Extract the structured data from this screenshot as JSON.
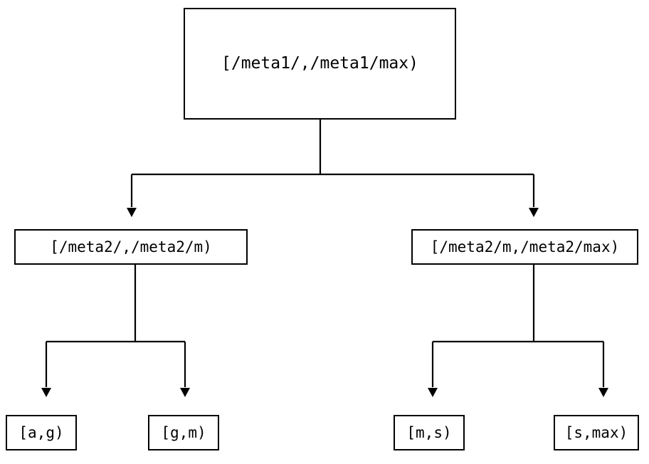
{
  "diagram": {
    "type": "tree",
    "orientation": "top-down",
    "background_color": "#ffffff",
    "line_color": "#000000",
    "text_color": "#000000",
    "arrowhead": "filled-triangle-down",
    "nodes": {
      "root": {
        "label": "[/meta1/,/meta1/max)",
        "level": 0
      },
      "mid_left": {
        "label": "[/meta2/,/meta2/m)",
        "level": 1
      },
      "mid_right": {
        "label": "[/meta2/m,/meta2/max)",
        "level": 1
      },
      "leaf_1": {
        "label": "[a,g)",
        "level": 2
      },
      "leaf_2": {
        "label": "[g,m)",
        "level": 2
      },
      "leaf_3": {
        "label": "[m,s)",
        "level": 2
      },
      "leaf_4": {
        "label": "[s,max)",
        "level": 2
      }
    },
    "edges": [
      {
        "from": "root",
        "to": "mid_left"
      },
      {
        "from": "root",
        "to": "mid_right"
      },
      {
        "from": "mid_left",
        "to": "leaf_1"
      },
      {
        "from": "mid_left",
        "to": "leaf_2"
      },
      {
        "from": "mid_right",
        "to": "leaf_3"
      },
      {
        "from": "mid_right",
        "to": "leaf_4"
      }
    ]
  }
}
